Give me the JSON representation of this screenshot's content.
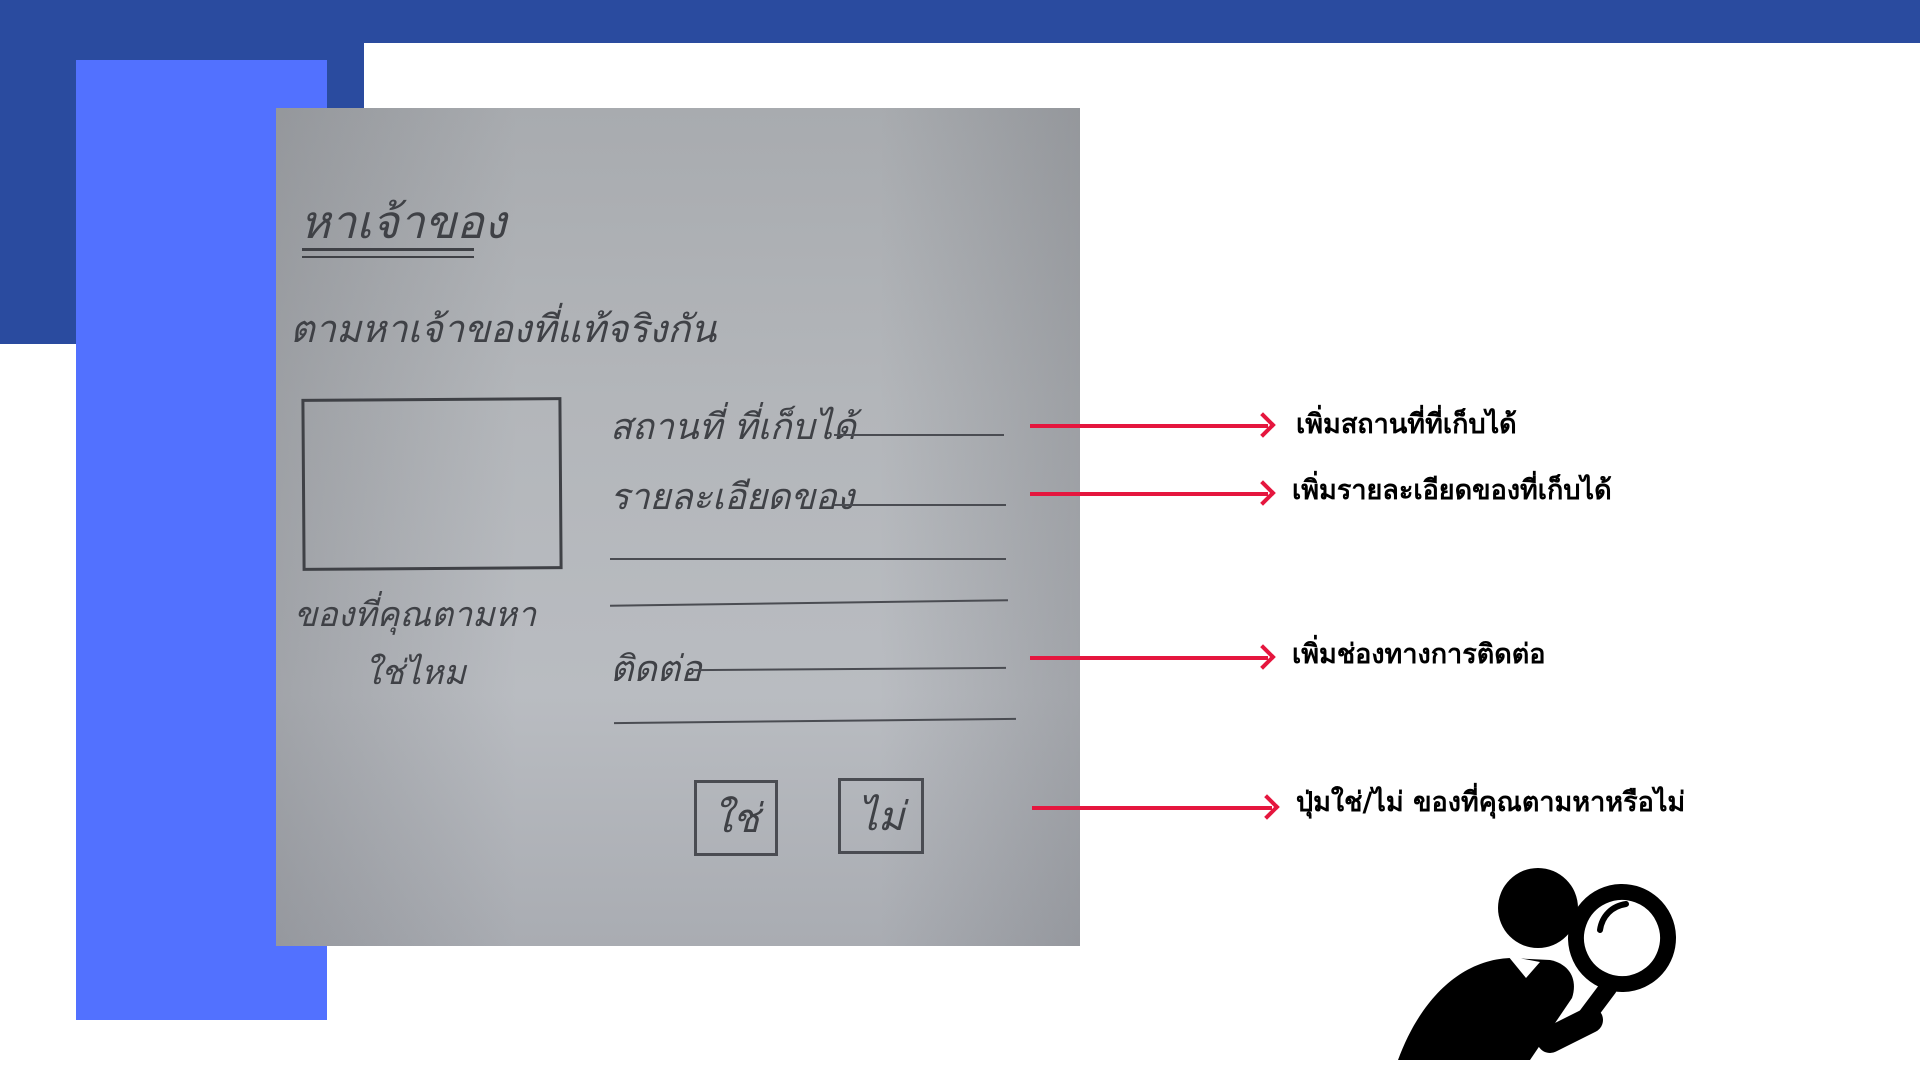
{
  "sketch": {
    "title": "หาเจ้าของ",
    "subtitle": "ตามหาเจ้าของที่แท้จริงกัน",
    "caption_line1": "ของที่คุณตามหา",
    "caption_line2": "ใช่ไหม",
    "label_location": "สถานที่ ที่เก็บได้",
    "label_details": "รายละเอียดของ",
    "label_contact": "ติดต่อ",
    "button_yes": "ใช่",
    "button_no": "ไม่"
  },
  "annotations": [
    {
      "text": "เพิ่มสถานที่ที่เก็บได้"
    },
    {
      "text": "เพิ่มรายละเอียดของที่เก็บได้"
    },
    {
      "text": "เพิ่มช่องทางการติดต่อ"
    },
    {
      "text": "ปุ่มใช่/ไม่ ของที่คุณตามหาหรือไม่"
    }
  ],
  "colors": {
    "top_band": "#2a4b9f",
    "side_panel": "#5271ff",
    "arrow": "#e5163e"
  },
  "icons": {
    "seeker": "person-with-magnifying-glass-icon"
  }
}
